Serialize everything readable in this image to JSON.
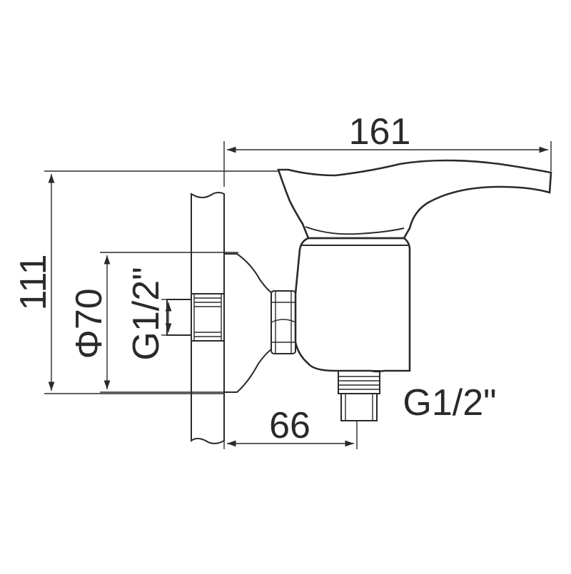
{
  "dimensions": {
    "width_overall": "161",
    "height_overall": "111",
    "flange_diameter": "Φ70",
    "inlet_thread": "G1/2\"",
    "outlet_thread": "G1/2\"",
    "outlet_offset": "66"
  }
}
